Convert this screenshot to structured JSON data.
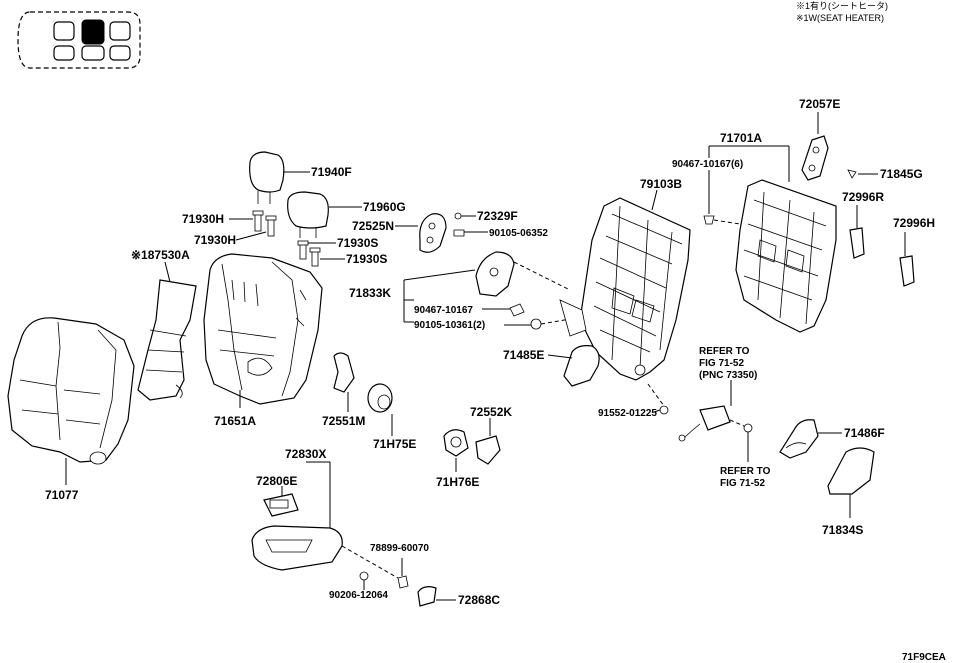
{
  "header": {
    "note_line1": "※1有り(シートヒータ)",
    "note_line2": "※1W(SEAT HEATER)"
  },
  "footer": {
    "figure_code": "71F9CEA"
  },
  "labels": {
    "p71940F": "71940F",
    "p71960G": "71960G",
    "p71930H_a": "71930H",
    "p71930H_b": "71930H",
    "p71930S_a": "71930S",
    "p71930S_b": "71930S",
    "p72525N": "72525N",
    "p72329F": "72329F",
    "p90105_06352": "90105-06352",
    "p87530A": "※187530A",
    "p71833K": "71833K",
    "p90467_10167": "90467-10167",
    "p90105_10361": "90105-10361(2)",
    "p71485E": "71485E",
    "p79103B": "79103B",
    "p71701A": "71701A",
    "p90467_10167_6": "90467-10167(6)",
    "p72057E": "72057E",
    "p71845G": "71845G",
    "p72996R": "72996R",
    "p72996H": "72996H",
    "p71651A": "71651A",
    "p72551M": "72551M",
    "p71H75E": "71H75E",
    "p72552K": "72552K",
    "p71H76E": "71H76E",
    "p71077": "71077",
    "p72830X": "72830X",
    "p72806E": "72806E",
    "p78899_60070": "78899-60070",
    "p90206_12064": "90206-12064",
    "p72868C": "72868C",
    "p91552_01225": "91552-01225",
    "p71486F": "71486F",
    "p71834S": "71834S"
  },
  "refs": {
    "ref1_line1": "REFER TO",
    "ref1_line2": "FIG 71-52",
    "ref1_line3": "(PNC 73350)",
    "ref2_line1": "REFER TO",
    "ref2_line2": "FIG 71-52"
  },
  "seat_map": {
    "highlighted_position": "second-row-center"
  }
}
